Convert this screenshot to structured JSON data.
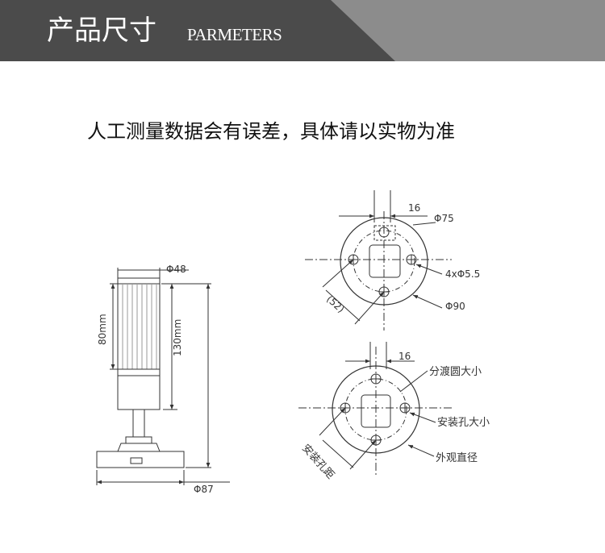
{
  "header": {
    "title": "产品尺寸",
    "subtitle": "PARMETERS"
  },
  "note": "人工测量数据会有误差，具体请以实物为准",
  "side_view": {
    "top_diameter": "Φ48",
    "light_height": "80mm",
    "total_height": "130mm",
    "base_diameter": "Φ87"
  },
  "top_view_1": {
    "offset": "16",
    "outer_diameter": "Φ75",
    "hole_spec": "4xΦ5.5",
    "base_diameter": "Φ90",
    "hole_distance": "(52)"
  },
  "top_view_2": {
    "offset": "16",
    "pitch_circle_label": "分渡圆大小",
    "mount_hole_label": "安装孔大小",
    "outer_diameter_label": "外观直径",
    "hole_distance_label": "安装孔距"
  },
  "colors": {
    "header_dark": "#4b4b4b",
    "header_light": "#8c8c8c",
    "line": "#333333"
  }
}
